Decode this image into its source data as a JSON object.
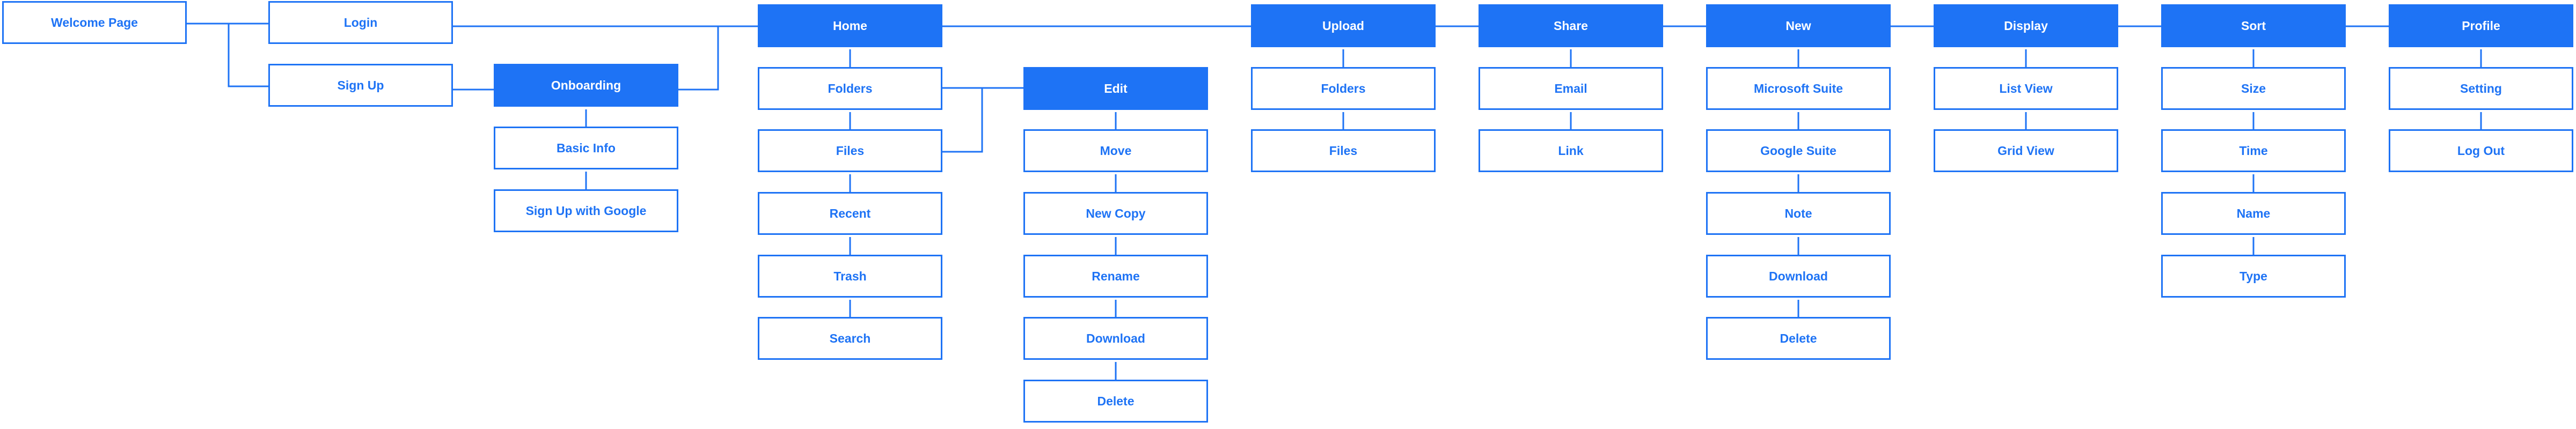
{
  "theme": {
    "accent": "#1e73f5",
    "background": "#ffffff"
  },
  "nodes": {
    "welcome_page": "Welcome Page",
    "login": "Login",
    "sign_up": "Sign Up",
    "onboarding": "Onboarding",
    "basic_info": "Basic Info",
    "sign_up_with_google": "Sign Up with Google",
    "home": "Home",
    "home_folders": "Folders",
    "home_files": "Files",
    "home_recent": "Recent",
    "home_trash": "Trash",
    "home_search": "Search",
    "edit": "Edit",
    "edit_move": "Move",
    "edit_new_copy": "New Copy",
    "edit_rename": "Rename",
    "edit_download": "Download",
    "edit_delete": "Delete",
    "upload": "Upload",
    "upload_folders": "Folders",
    "upload_files": "Files",
    "share": "Share",
    "share_email": "Email",
    "share_link": "Link",
    "new": "New",
    "new_microsoft_suite": "Microsoft Suite",
    "new_google_suite": "Google Suite",
    "new_note": "Note",
    "new_download": "Download",
    "new_delete": "Delete",
    "display": "Display",
    "display_list_view": "List View",
    "display_grid_view": "Grid View",
    "sort": "Sort",
    "sort_size": "Size",
    "sort_time": "Time",
    "sort_name": "Name",
    "sort_type": "Type",
    "profile": "Profile",
    "profile_setting": "Setting",
    "profile_log_out": "Log Out"
  }
}
